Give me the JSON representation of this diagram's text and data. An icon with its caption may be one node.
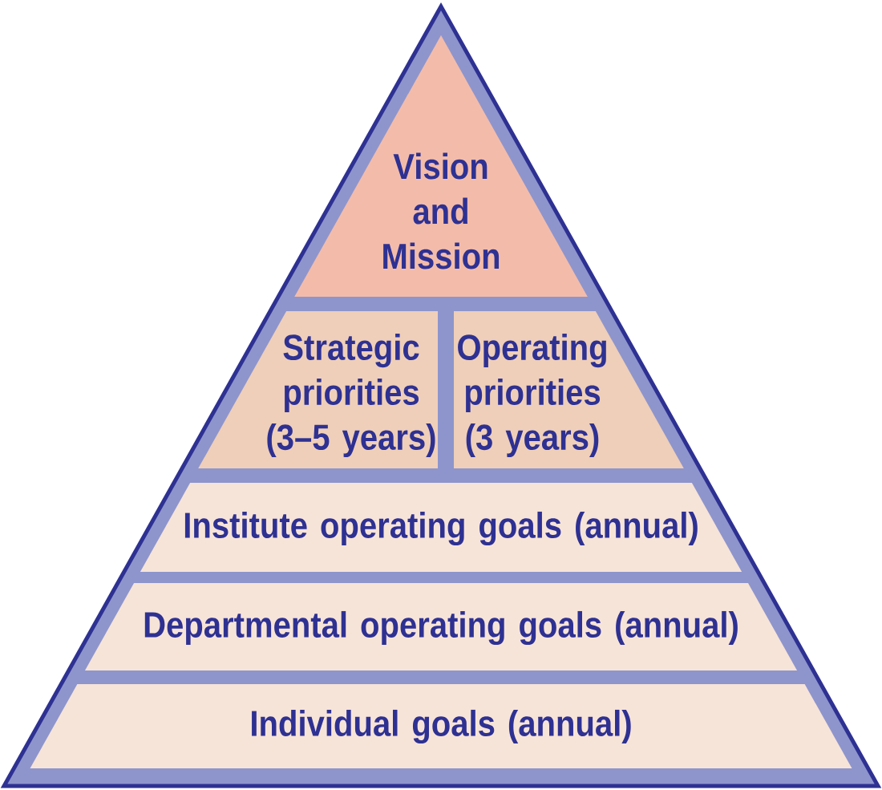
{
  "diagram": {
    "nodes": [
      {
        "text": [],
        "shape": "triangle"
      },
      {
        "text": [
          "Vision and Mission"
        ],
        "in": 0
      },
      {
        "text": [
          "Strategic priorities (3–5 years)"
        ],
        "in": 0
      },
      {
        "text": [
          "Operating priorities (3 years)"
        ],
        "in": 0
      },
      {
        "text": [
          "Institute operating goals (annual)"
        ],
        "in": 0
      },
      {
        "text": [
          "Departmental operating goals (annual)"
        ],
        "in": 0
      },
      {
        "text": [
          "Individual goals (annual)"
        ],
        "in": 0
      }
    ]
  }
}
